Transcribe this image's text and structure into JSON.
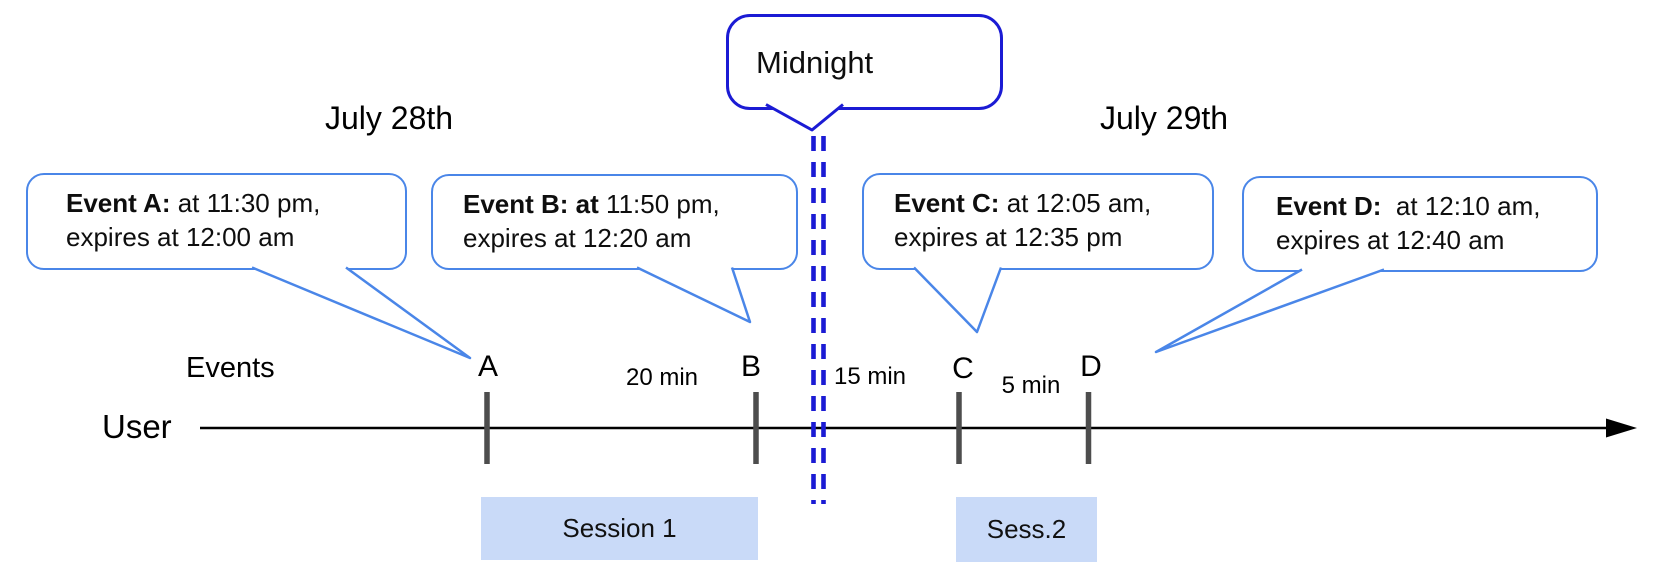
{
  "diagram": {
    "title_dates": {
      "left": "July 28th",
      "right": "July 29th"
    },
    "midnight": {
      "label": "Midnight"
    },
    "axis": {
      "events_label": "Events",
      "user_label": "User"
    },
    "callouts": [
      {
        "marker": "A",
        "bold": "Event A:",
        "line1_rest": " at 11:30 pm,",
        "line2": "expires at 12:00 am"
      },
      {
        "marker": "B",
        "bold": "Event B: at",
        "line1_rest": " 11:50 pm,",
        "line2": "expires at 12:20 am"
      },
      {
        "marker": "C",
        "bold": "Event C:",
        "line1_rest": " at 12:05 am,",
        "line2": "expires at 12:35 pm"
      },
      {
        "marker": "D",
        "bold": "Event D:",
        "line1_rest": "  at 12:10 am,",
        "line2": "expires at 12:40 am"
      }
    ],
    "timeline": {
      "markers": [
        "A",
        "B",
        "C",
        "D"
      ],
      "intervals": [
        "20 min",
        "15 min",
        "5 min"
      ]
    },
    "sessions": [
      {
        "label": "Session 1"
      },
      {
        "label": "Sess.2"
      }
    ],
    "colors": {
      "callout_border": "#4a86e8",
      "midnight_blue": "#1b1bd4",
      "session_fill": "#c9daf8",
      "tick_gray": "#4d4d4d",
      "axis_black": "#000000"
    }
  }
}
